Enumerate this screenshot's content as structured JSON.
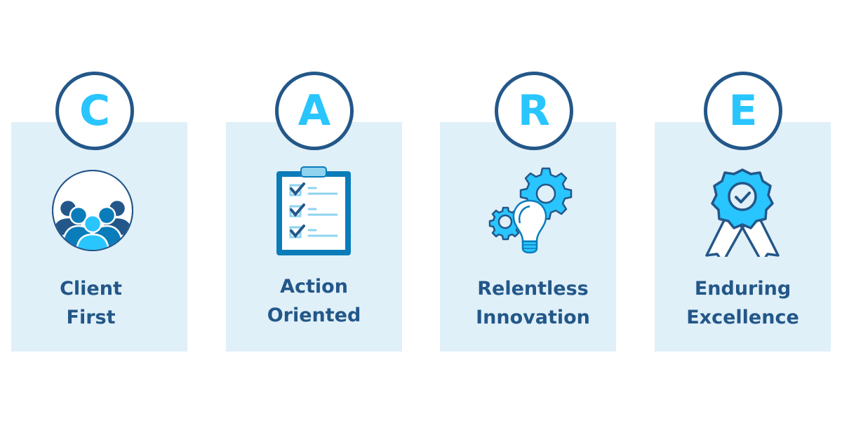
{
  "colors": {
    "dark_blue": "#235789",
    "light_blue": "#29c5ff",
    "mid_blue": "#0a7cba",
    "panel": "#e0f0f8"
  },
  "pillars": [
    {
      "letter": "C",
      "line1": "Client",
      "line2": "First",
      "icon": "people-group-icon"
    },
    {
      "letter": "A",
      "line1": "Action",
      "line2": "Oriented",
      "icon": "clipboard-checklist-icon"
    },
    {
      "letter": "R",
      "line1": "Relentless",
      "line2": "Innovation",
      "icon": "lightbulb-gears-icon"
    },
    {
      "letter": "E",
      "line1": "Enduring",
      "line2": "Excellence",
      "icon": "award-ribbon-icon"
    }
  ]
}
